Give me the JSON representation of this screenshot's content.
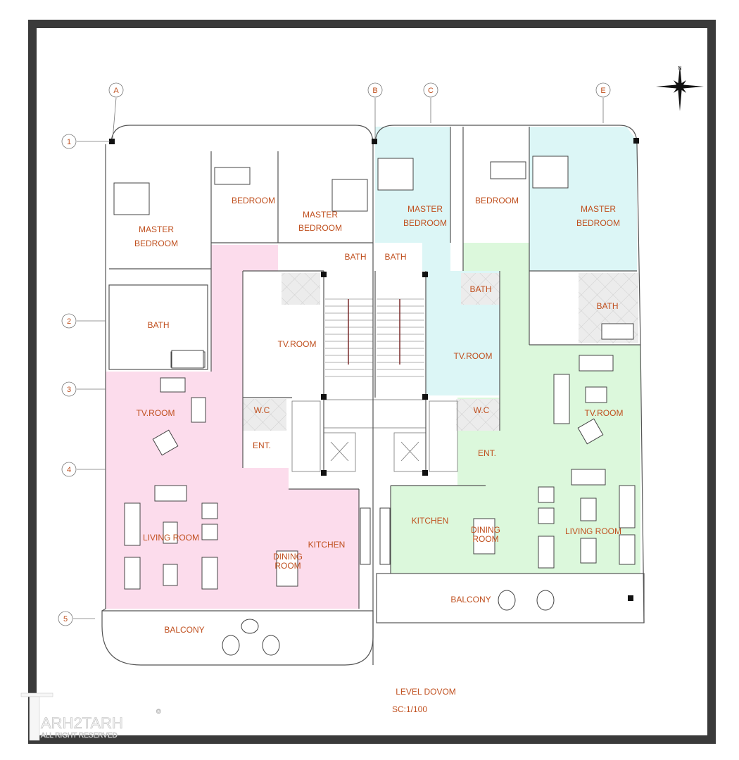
{
  "drawing": {
    "title": "LEVEL DOVOM",
    "scale": "SC:1/100",
    "north_label": "N",
    "colors": {
      "label": "#c0501f",
      "unit_pink": "#fcdcec",
      "unit_blue": "#dcf6f6",
      "unit_green": "#dcf8dc",
      "hatch": "#e2e2e2",
      "frame": "#3a3a3a"
    }
  },
  "grid": {
    "columns": [
      "A",
      "B",
      "C",
      "E"
    ],
    "rows": [
      "1",
      "2",
      "3",
      "4",
      "5"
    ]
  },
  "rooms": {
    "left": [
      "MASTER",
      "BEDROOM",
      "BEDROOM",
      "MASTER",
      "BEDROOM",
      "BATH",
      "TV.ROOM",
      "W.C",
      "ENT.",
      "TV.ROOM",
      "LIVING ROOM",
      "DINING",
      "ROOM",
      "KITCHEN",
      "BALCONY",
      "BATH"
    ],
    "right": [
      "MASTER",
      "BEDROOM",
      "BEDROOM",
      "MASTER",
      "BEDROOM",
      "BATH",
      "BATH",
      "BATH",
      "TV.ROOM",
      "W.C",
      "ENT.",
      "TV.ROOM",
      "KITCHEN",
      "DINING",
      "ROOM",
      "LIVING ROOM",
      "BALCONY"
    ]
  },
  "logo": {
    "name": "ARH2TARH",
    "tagline": "ALL RIGHT RESERVED",
    "mark": "©"
  }
}
